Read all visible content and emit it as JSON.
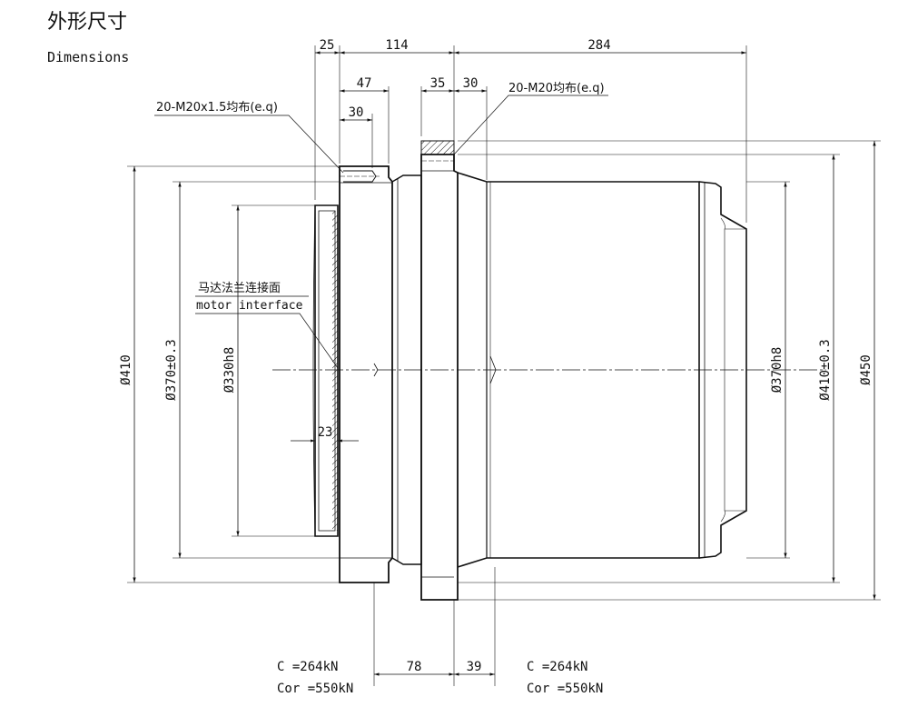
{
  "header": {
    "title_cn": "外形尺寸",
    "title_en": "Dimensions"
  },
  "dimensions": {
    "top": [
      "25",
      "114",
      "284",
      "47",
      "30",
      "35",
      "30"
    ],
    "thread_left": "20-M20x1.5均布(e.q)",
    "thread_right": "20-M20均布(e.q)",
    "motor_cn": "马达法兰连接面",
    "motor_en": "motor interface",
    "d410": "Ø410",
    "d370": "Ø370±0.3",
    "d330": "Ø330h8",
    "d370h8": "Ø370h8",
    "d410b": "Ø410±0.3",
    "d450": "Ø450",
    "flange_thk": "23",
    "bottom_78": "78",
    "bottom_39": "39"
  },
  "loads": {
    "left_c": "C =264kN",
    "left_cor": "Cor =550kN",
    "right_c": "C =264kN",
    "right_cor": "Cor =550kN"
  }
}
